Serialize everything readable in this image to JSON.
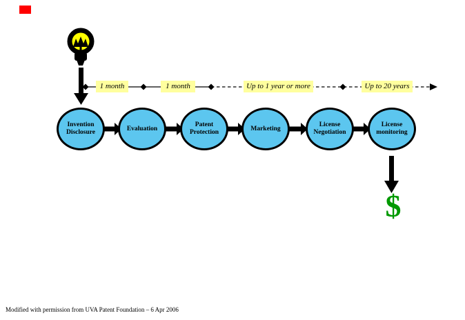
{
  "colors": {
    "stage_fill": "#5CC6EF",
    "highlight_yellow": "#FFFF9E",
    "bulb_yellow": "#FFFF00",
    "money_green": "#009900",
    "marker_red": "#FF0000",
    "ink": "#000000"
  },
  "icons": {
    "idea": "light-bulb-icon",
    "revenue": "dollar-sign-icon",
    "timeline_marker": "diamond-icon",
    "flow": "right-arrow-icon",
    "down_flow": "down-arrow-icon"
  },
  "timeline": {
    "segments": [
      {
        "label": "1 month"
      },
      {
        "label": "1 month"
      },
      {
        "label": "Up to 1 year or more"
      },
      {
        "label": "Up to 20 years"
      }
    ]
  },
  "stages": [
    {
      "label": "Invention\nDisclosure"
    },
    {
      "label": "Evaluation"
    },
    {
      "label": "Patent\nProtection"
    },
    {
      "label": "Marketing"
    },
    {
      "label": "License\nNegotiation"
    },
    {
      "label": "License\nmonitoring"
    }
  ],
  "money": {
    "symbol": "$"
  },
  "footer": {
    "credit": "Modified with permission from UVA Patent Foundation – 6 Apr 2006"
  }
}
